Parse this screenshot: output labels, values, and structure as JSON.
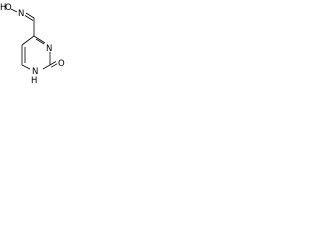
{
  "molecule": {
    "atoms": {
      "hydroxyl_H": "H",
      "oxime_O": "O",
      "oxime_N": "N",
      "ring_N_top": "N",
      "ring_N_bottom": "N",
      "ring_NH_H": "H",
      "carbonyl_O": "O"
    }
  }
}
